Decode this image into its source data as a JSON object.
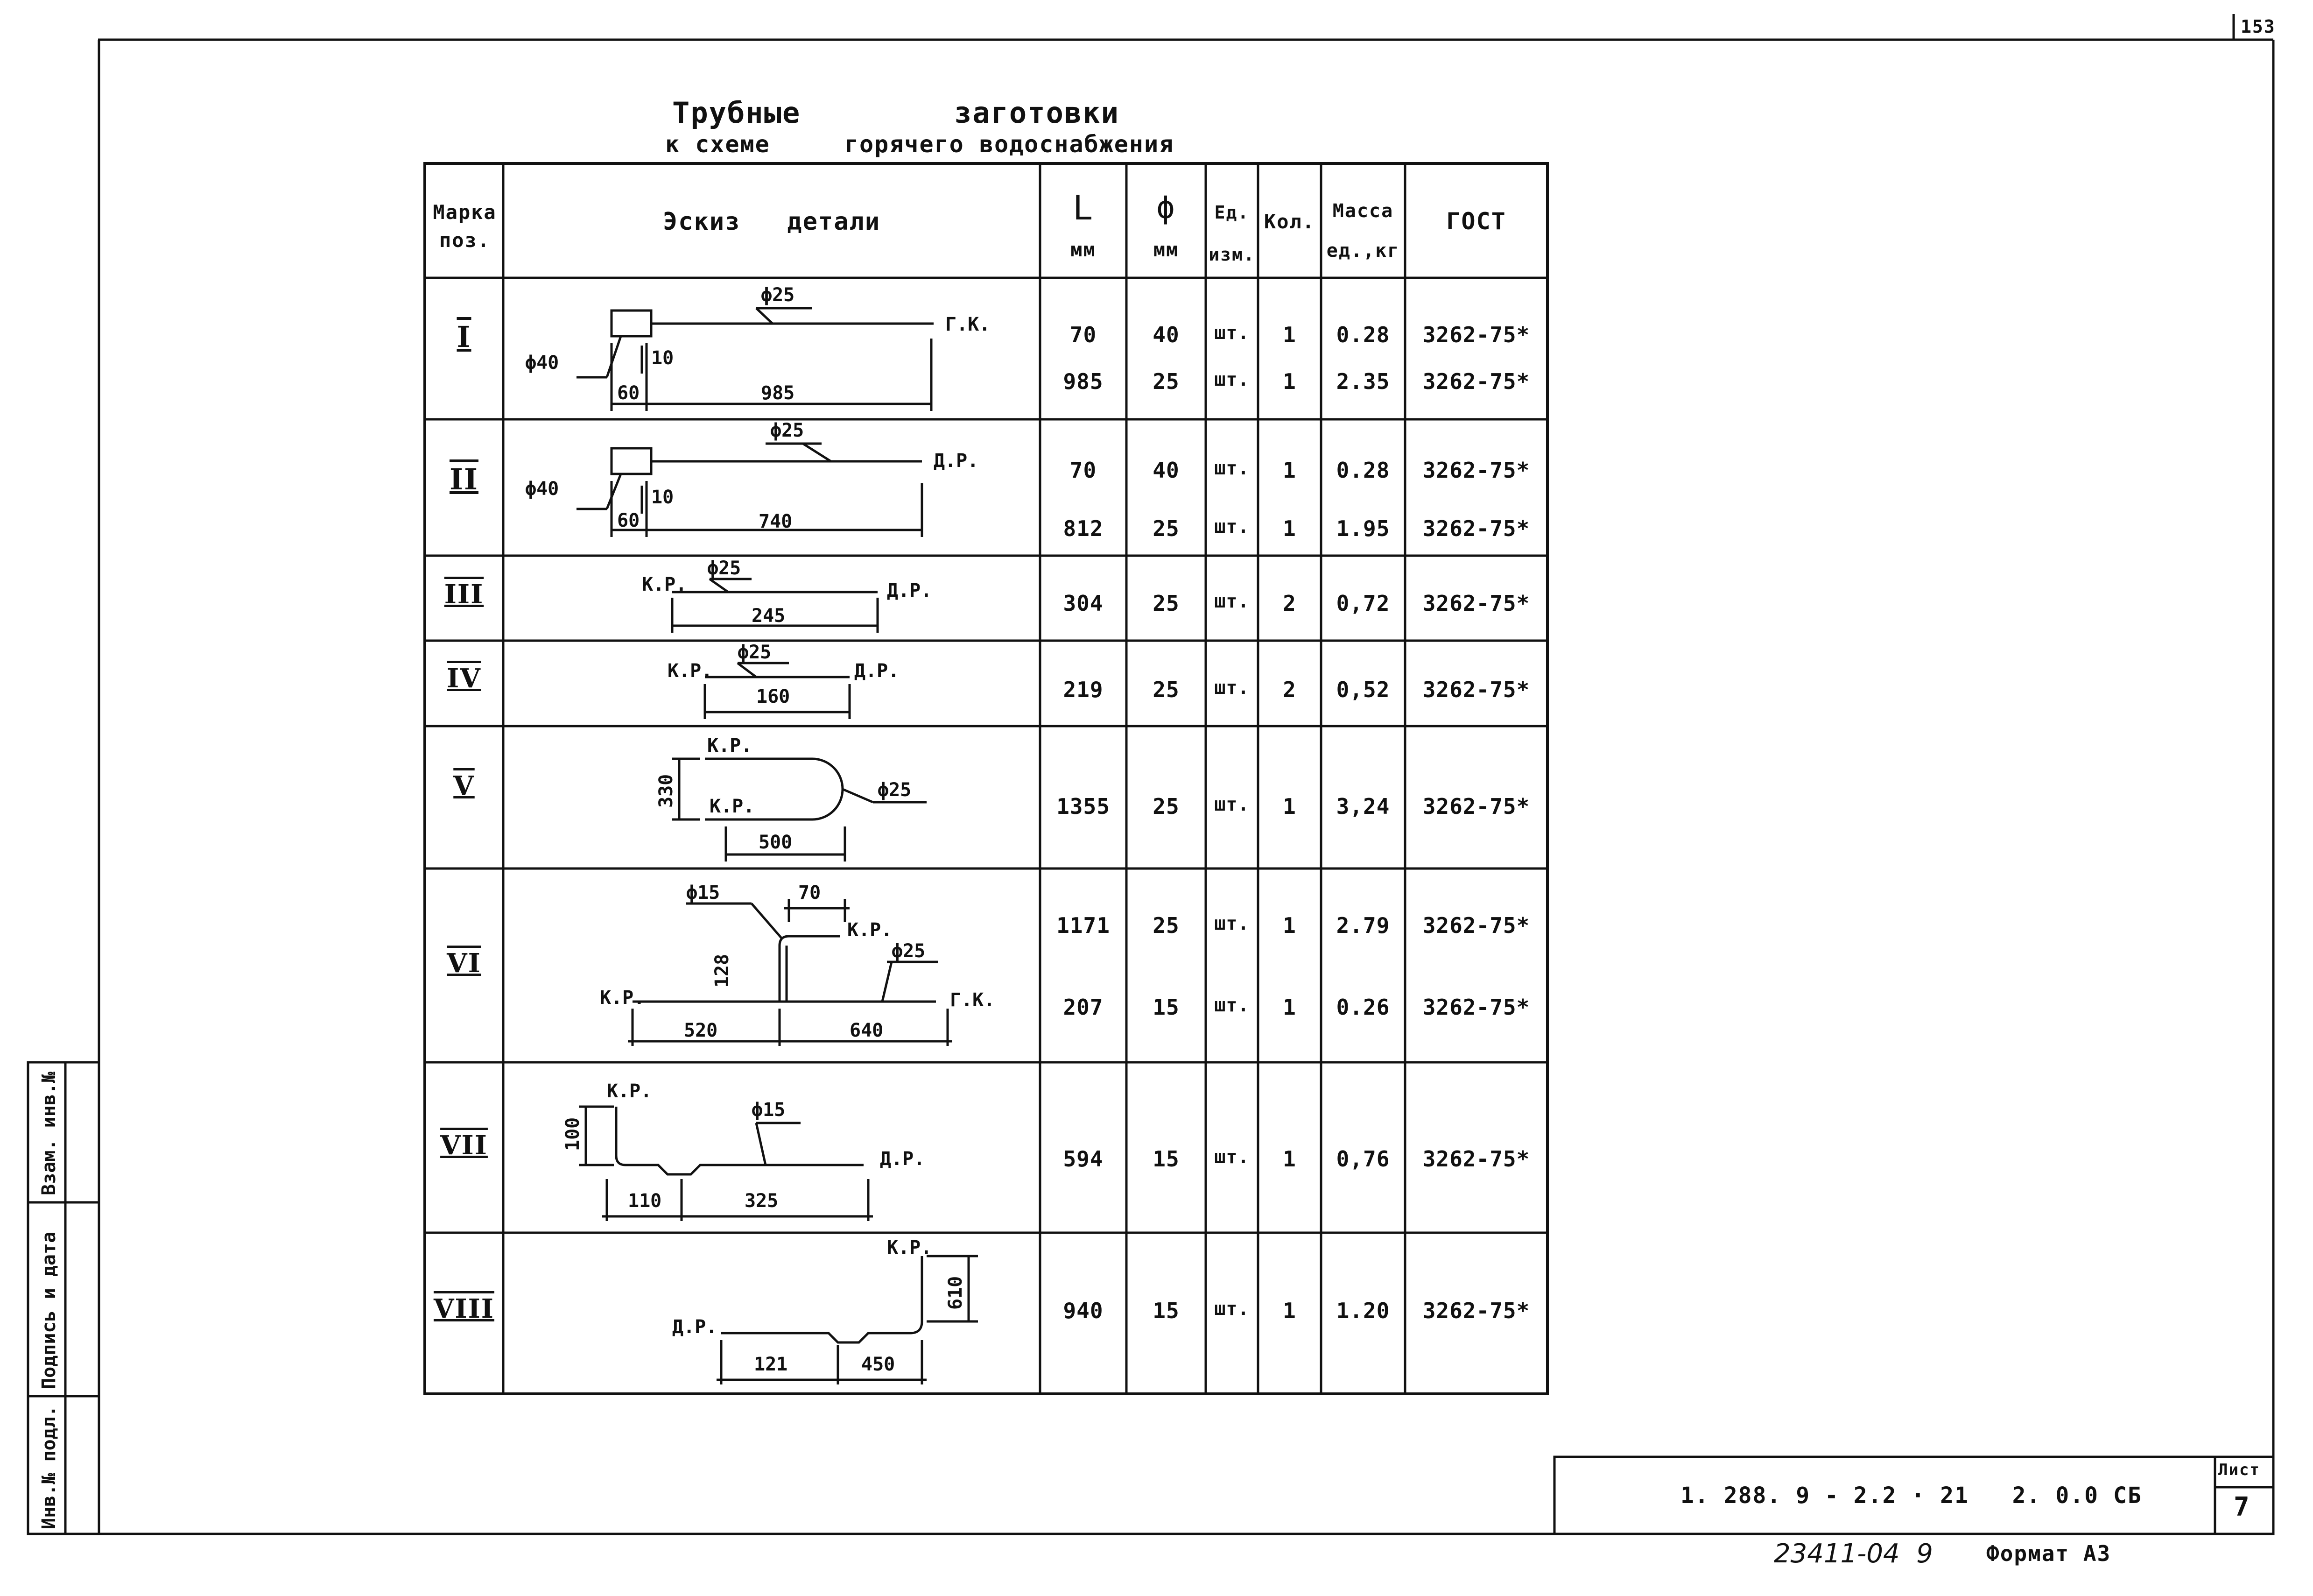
{
  "sheet_corner_number": "153",
  "title": {
    "line1_a": "Трубные",
    "line1_b": "заготовки",
    "line2_a": "к схеме",
    "line2_b": "горячего водоснабжения"
  },
  "table": {
    "headers": {
      "mark_l1": "Марка",
      "mark_l2": "поз.",
      "sketch": "Эскиз   детали",
      "len_sym": "L",
      "len_unit": "мм",
      "dia_sym": "ϕ",
      "dia_unit": "мм",
      "unit_l1": "Ед.",
      "unit_l2": "изм.",
      "qty": "Кол.",
      "mass_l1": "Масса",
      "mass_l2": "ед.,кг",
      "gost": "ГОСТ"
    },
    "rows": [
      {
        "mark": "I",
        "items": [
          {
            "L": "70",
            "d": "40",
            "unit": "шт.",
            "qty": "1",
            "mass": "0.28",
            "gost": "3262-75*"
          },
          {
            "L": "985",
            "d": "25",
            "unit": "шт.",
            "qty": "1",
            "mass": "2.35",
            "gost": "3262-75*"
          }
        ]
      },
      {
        "mark": "II",
        "items": [
          {
            "L": "70",
            "d": "40",
            "unit": "шт.",
            "qty": "1",
            "mass": "0.28",
            "gost": "3262-75*"
          },
          {
            "L": "812",
            "d": "25",
            "unit": "шт.",
            "qty": "1",
            "mass": "1.95",
            "gost": "3262-75*"
          }
        ]
      },
      {
        "mark": "III",
        "items": [
          {
            "L": "304",
            "d": "25",
            "unit": "шт.",
            "qty": "2",
            "mass": "0,72",
            "gost": "3262-75*"
          }
        ]
      },
      {
        "mark": "IV",
        "items": [
          {
            "L": "219",
            "d": "25",
            "unit": "шт.",
            "qty": "2",
            "mass": "0,52",
            "gost": "3262-75*"
          }
        ]
      },
      {
        "mark": "V",
        "items": [
          {
            "L": "1355",
            "d": "25",
            "unit": "шт.",
            "qty": "1",
            "mass": "3,24",
            "gost": "3262-75*"
          }
        ]
      },
      {
        "mark": "VI",
        "items": [
          {
            "L": "1171",
            "d": "25",
            "unit": "шт.",
            "qty": "1",
            "mass": "2.79",
            "gost": "3262-75*"
          },
          {
            "L": "207",
            "d": "15",
            "unit": "шт.",
            "qty": "1",
            "mass": "0.26",
            "gost": "3262-75*"
          }
        ]
      },
      {
        "mark": "VII",
        "items": [
          {
            "L": "594",
            "d": "15",
            "unit": "шт.",
            "qty": "1",
            "mass": "0,76",
            "gost": "3262-75*"
          }
        ]
      },
      {
        "mark": "VIII",
        "items": [
          {
            "L": "940",
            "d": "15",
            "unit": "шт.",
            "qty": "1",
            "mass": "1.20",
            "gost": "3262-75*"
          }
        ]
      }
    ]
  },
  "sketch_labels": {
    "s1": {
      "d25": "ϕ25",
      "d40": "ϕ40",
      "end": "Г.К.",
      "a": "60",
      "b": "10",
      "c": "985"
    },
    "s2": {
      "d25": "ϕ25",
      "d40": "ϕ40",
      "end": "Д.Р.",
      "a": "60",
      "b": "10",
      "c": "740"
    },
    "s3": {
      "d25": "ϕ25",
      "left": "К.Р.",
      "right": "Д.Р.",
      "len": "245"
    },
    "s4": {
      "d25": "ϕ25",
      "left": "К.Р.",
      "right": "Д.Р.",
      "len": "160"
    },
    "s5": {
      "d25": "ϕ25",
      "top": "К.Р.",
      "bot": "К.Р.",
      "h": "330",
      "len": "500"
    },
    "s6": {
      "d15": "ϕ15",
      "d25": "ϕ25",
      "kr1": "К.Р.",
      "kr2": "К.Р.",
      "end": "Г.К.",
      "a": "70",
      "h": "128",
      "l1": "520",
      "l2": "640"
    },
    "s7": {
      "d15": "ϕ15",
      "top": "К.Р.",
      "end": "Д.Р.",
      "h": "100",
      "l1": "110",
      "l2": "325"
    },
    "s8": {
      "top": "К.Р.",
      "left": "Д.Р.",
      "h": "610",
      "l1": "121",
      "l2": "450"
    }
  },
  "side_stamp": {
    "f1": "Инв.№ подл.",
    "f2": "Подпись и дата",
    "f3": "Взам. инв.№"
  },
  "title_block": {
    "doc_code": "1. 288. 9 - 2.2 · 21   2. 0.0 СБ",
    "sheet_label": "Лист",
    "sheet_number": "7"
  },
  "footer": {
    "inv_number": "23411-04  9",
    "format": "Формат А3"
  }
}
